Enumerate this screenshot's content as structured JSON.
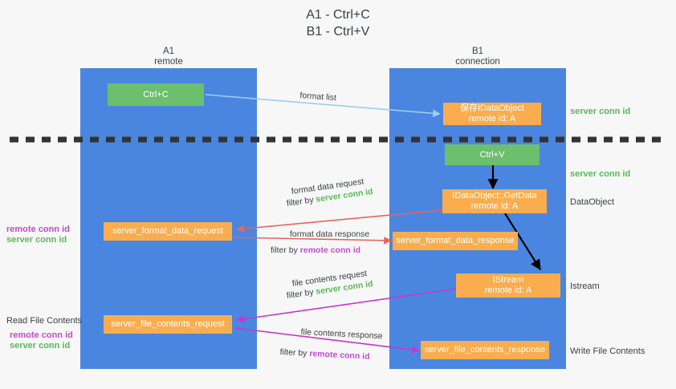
{
  "title": {
    "line1": "A1 - Ctrl+C",
    "line2": "B1 - Ctrl+V"
  },
  "columns": [
    {
      "name": "A1",
      "sub": "remote"
    },
    {
      "name": "B1",
      "sub": "connection"
    }
  ],
  "boxes": {
    "ctrl_c": {
      "line1": "Ctrl+C",
      "line2": ""
    },
    "save_idataobject": {
      "line1": "保存IDataObject",
      "line2": "remote id: A"
    },
    "ctrl_v": {
      "line1": "Ctrl+V",
      "line2": ""
    },
    "getdata": {
      "line1": "IDataObject::GetData",
      "line2": "remote id: A"
    },
    "server_format_data_request": {
      "line1": "server_format_data_request",
      "line2": ""
    },
    "server_format_data_response": {
      "line1": "server_format_data_response",
      "line2": ""
    },
    "istream": {
      "line1": "IStream",
      "line2": "remote id: A"
    },
    "server_file_contents_request": {
      "line1": "server_file_contents_request",
      "line2": ""
    },
    "server_file_contents_response": {
      "line1": "server_file_contents_response",
      "line2": ""
    }
  },
  "right_labels": {
    "server_conn_id_top": "server conn id",
    "server_conn_id_mid": "server conn id",
    "dataobject": "DataObject",
    "istream": "Istream",
    "write_file_contents": "Write File Contents"
  },
  "left_labels": {
    "remote_conn_id_1": "remote conn id",
    "server_conn_id_1": "server conn id",
    "read_file_contents": "Read File Contents",
    "remote_conn_id_2": "remote conn id",
    "server_conn_id_2": "server conn id"
  },
  "annotations": {
    "format_list": "format list",
    "format_data_request": "format data request",
    "format_data_request_filter_prefix": "filter by ",
    "format_data_request_filter_value": "server conn id",
    "format_data_response": "format data response",
    "format_data_response_filter_prefix": "filter by ",
    "format_data_response_filter_value": "remote conn id",
    "file_contents_request": "file contents request",
    "file_contents_request_filter_prefix": "filter by ",
    "file_contents_request_filter_value": "server conn id",
    "file_contents_response": "file contents response",
    "file_contents_response_filter_prefix": "filter by ",
    "file_contents_response_filter_value": "remote conn id"
  },
  "colors": {
    "column": "#4a86e0",
    "green_box": "#6cbf6c",
    "orange_box": "#f9ad4e",
    "green_text": "#57b957",
    "magenta_text": "#c44ad0",
    "arrow_blue": "#9ecdf0",
    "arrow_red": "#e8645a",
    "arrow_magenta": "#c935c9",
    "arrow_black": "#000000",
    "divider": "#333333"
  }
}
